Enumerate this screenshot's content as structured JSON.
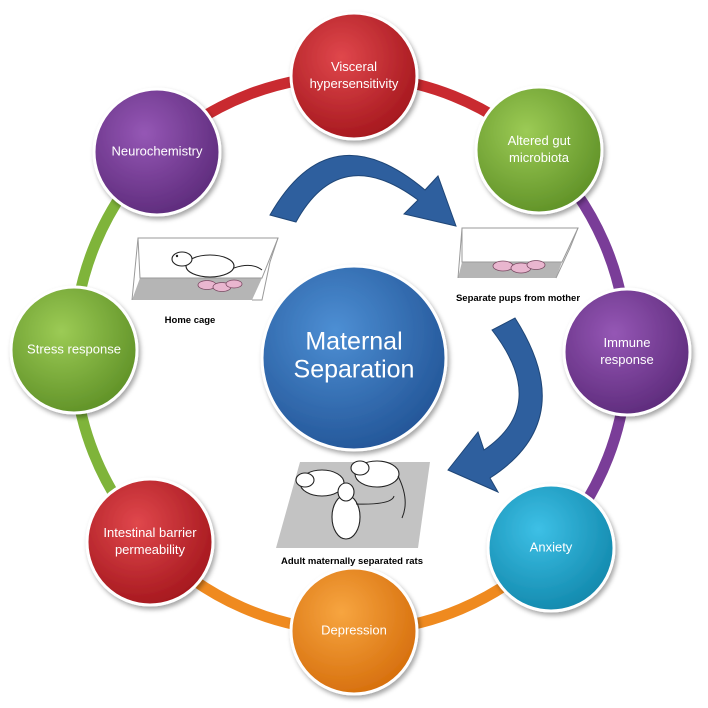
{
  "center": {
    "line1": "Maternal",
    "line2": "Separation",
    "color": "#2e6db3"
  },
  "nodes": [
    {
      "id": "visceral",
      "lines": [
        "Visceral",
        "hypersensitivity"
      ],
      "color": "#c92a30"
    },
    {
      "id": "gut",
      "lines": [
        "Altered gut",
        "microbiota"
      ],
      "color": "#7fb43a"
    },
    {
      "id": "immune",
      "lines": [
        "Immune",
        "response"
      ],
      "color": "#7a3d98"
    },
    {
      "id": "anxiety",
      "lines": [
        "Anxiety"
      ],
      "color": "#1aa6cf"
    },
    {
      "id": "depression",
      "lines": [
        "Depression"
      ],
      "color": "#ef8a1f"
    },
    {
      "id": "intestinal",
      "lines": [
        "Intestinal barrier",
        "permeability"
      ],
      "color": "#c92a30"
    },
    {
      "id": "stress",
      "lines": [
        "Stress response"
      ],
      "color": "#7fb43a"
    },
    {
      "id": "neuro",
      "lines": [
        "Neurochemistry"
      ],
      "color": "#7a3d98"
    }
  ],
  "captions": {
    "home_cage": "Home cage",
    "separate": "Separate pups from mother",
    "adult": "Adult maternally separated rats"
  },
  "arrow_color": "#2e5f9e"
}
